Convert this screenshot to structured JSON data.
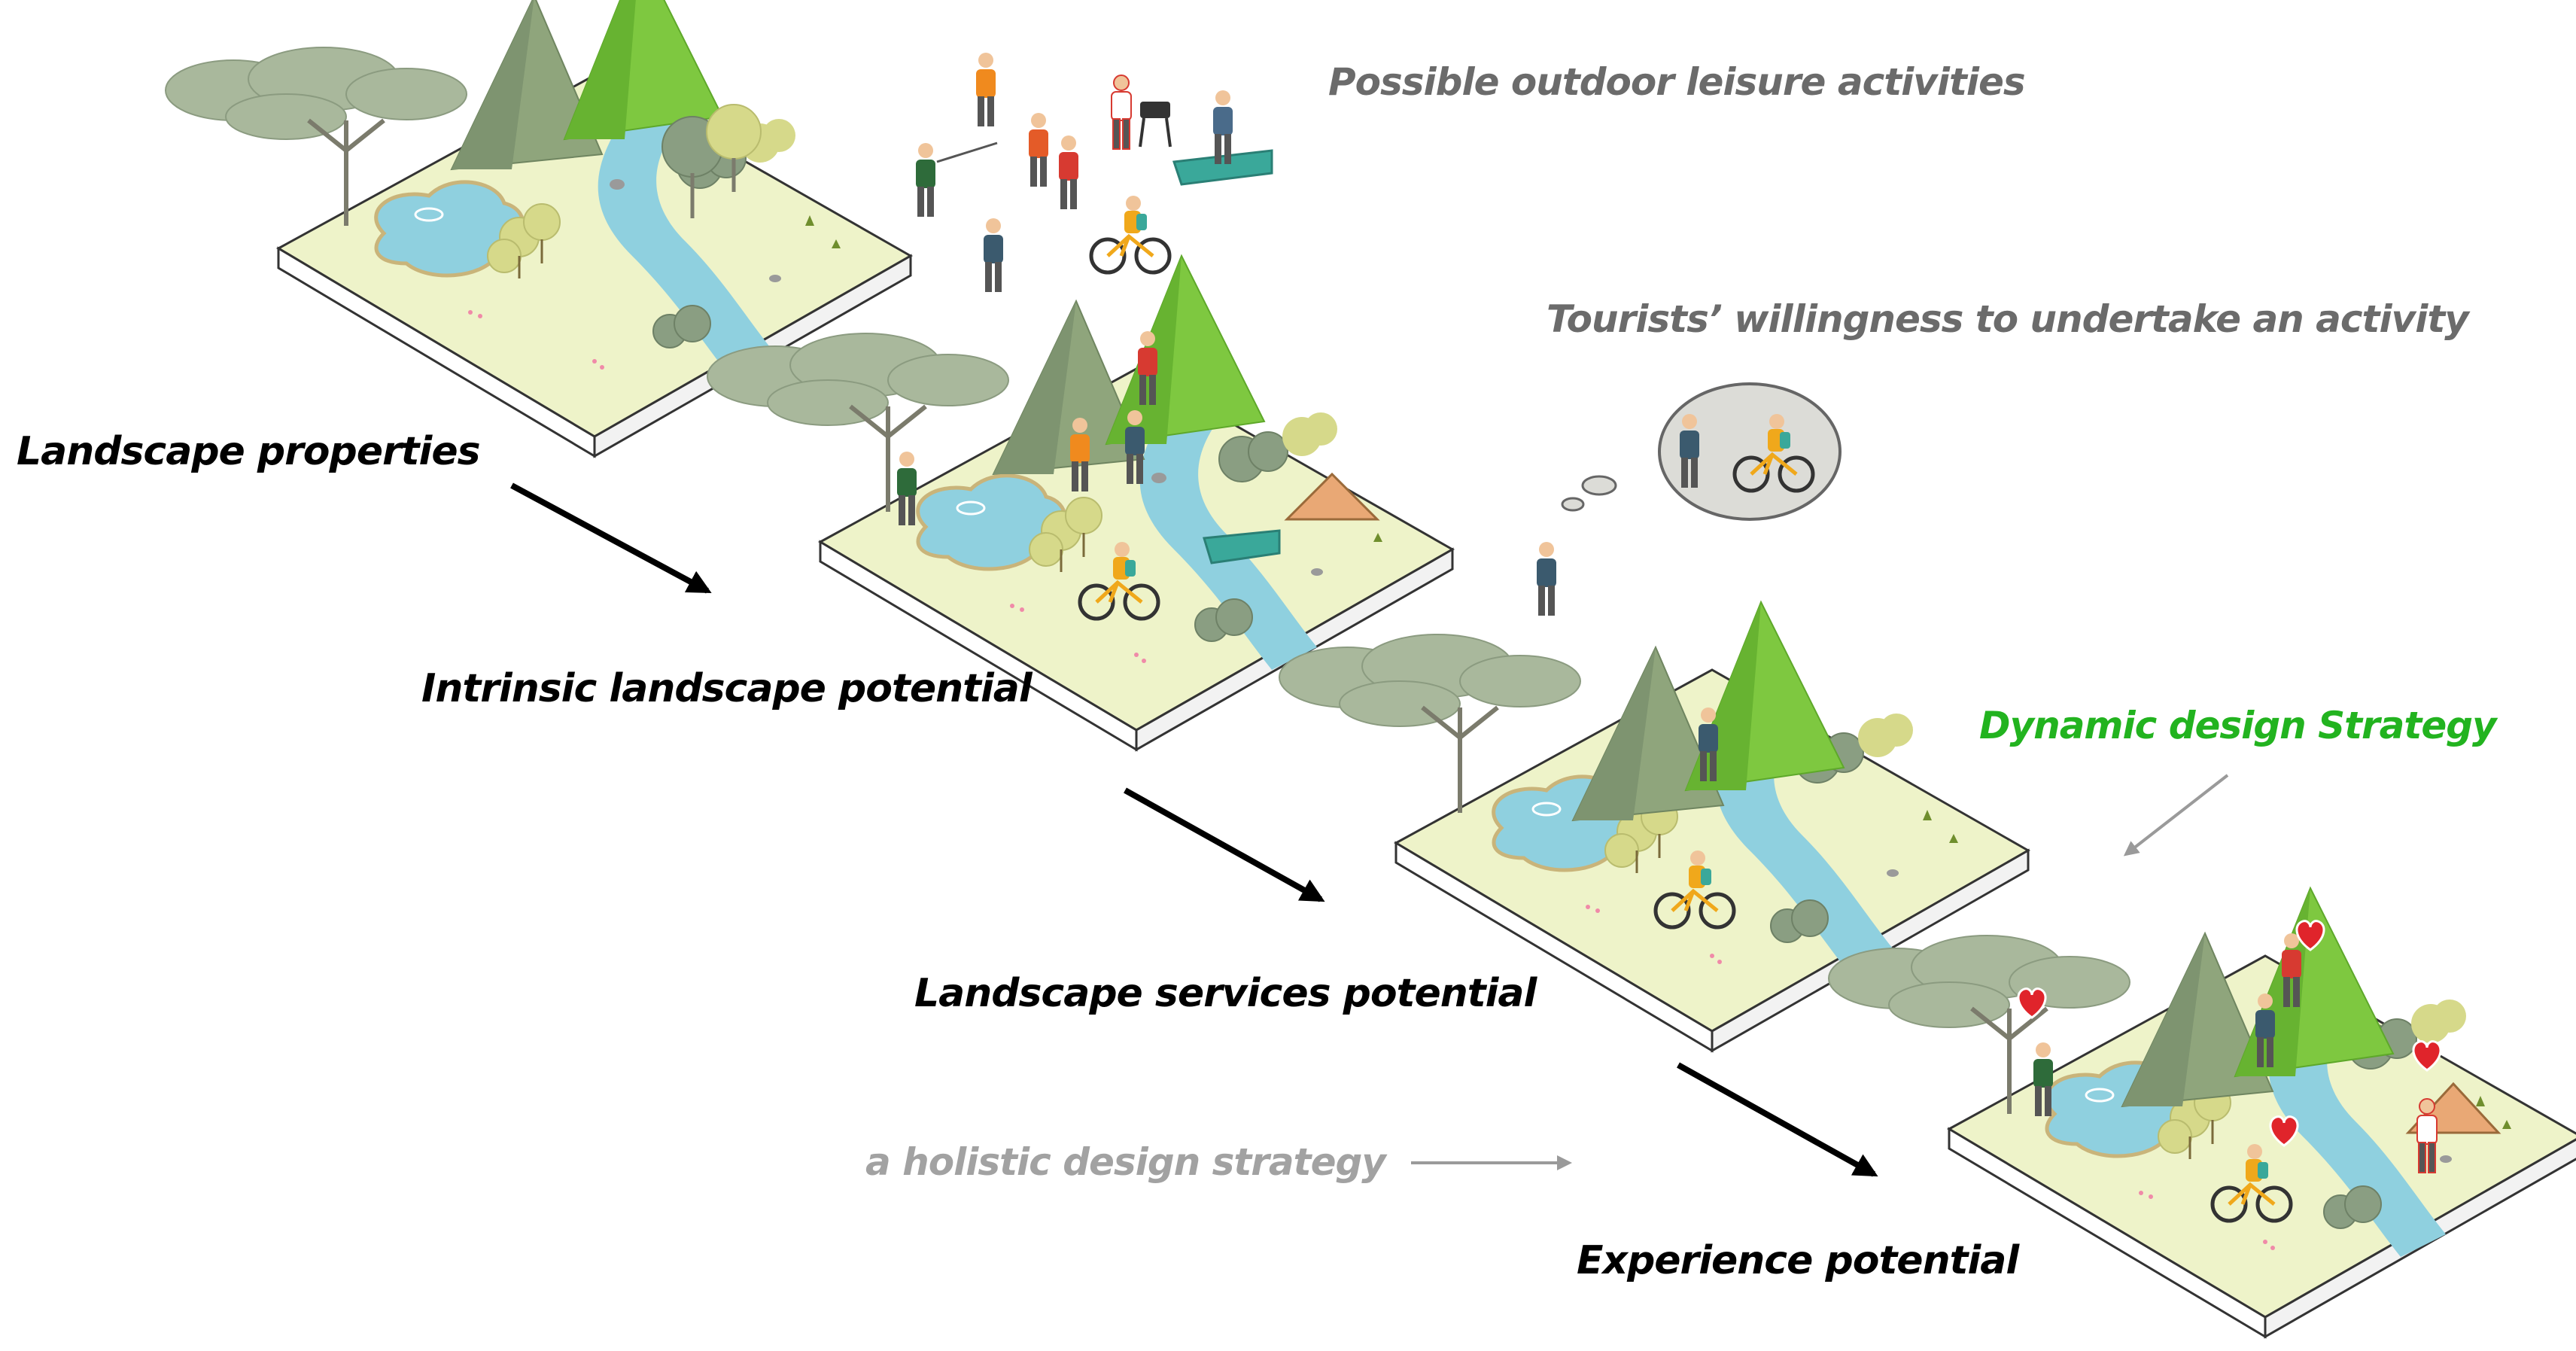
{
  "labels": {
    "landscape_properties": "Landscape properties",
    "intrinsic_potential": "Intrinsic landscape potential",
    "services_potential": "Landscape services potential",
    "experience_potential": "Experience potential",
    "possible_activities": "Possible outdoor  leisure activities",
    "tourists_willingness": "Tourists’ willingness to undertake an activity",
    "dynamic_strategy": "Dynamic design Strategy",
    "holistic_strategy": "a holistic design strategy"
  },
  "colors": {
    "text_black": "#000000",
    "text_grey": "#6b6b6b",
    "text_green": "#22b31f",
    "text_light_grey": "#a2a2a2",
    "ground": "#eef3c9",
    "water": "#8fd0df",
    "mountain_dark": "#8fa57c",
    "mountain_light": "#7ec840",
    "tree_dark": "#8a9e82",
    "tree_yellow": "#d6d98a",
    "heart": "#e0242b",
    "boat": "#3aa89a"
  },
  "icons": [
    "heart-icon",
    "person-icon",
    "bicycle-icon",
    "tree-icon",
    "mountain-icon",
    "river-icon",
    "pond-icon",
    "tent-icon",
    "boat-icon",
    "grill-icon",
    "thought-bubble-icon",
    "arrow-icon"
  ]
}
